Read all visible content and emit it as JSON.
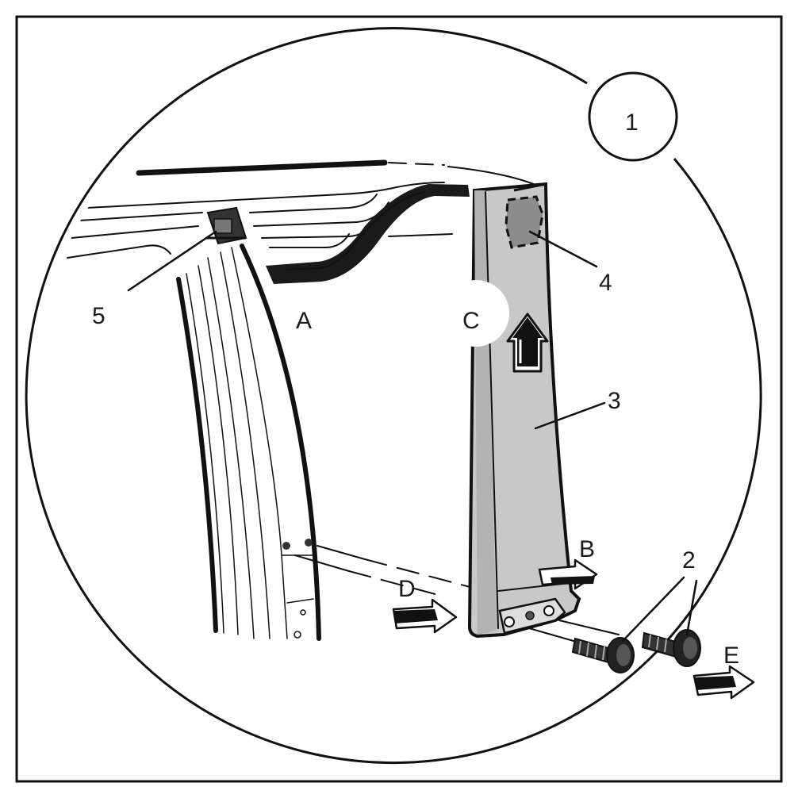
{
  "diagram": {
    "detail_number": "1",
    "callouts": {
      "screws": "2",
      "trim_panel": "3",
      "upper_clip": "4",
      "pillar_clip": "5"
    },
    "step_letters": {
      "pillar": "A",
      "slide": "B",
      "lift": "C",
      "align": "D",
      "fasten": "E"
    }
  }
}
